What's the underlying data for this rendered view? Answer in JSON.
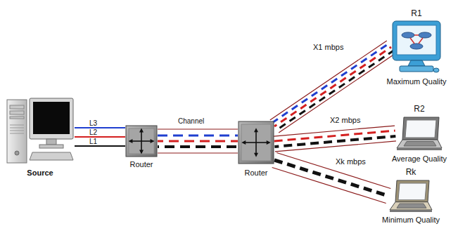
{
  "diagram": {
    "nodes": [
      {
        "text": [
          "Source"
        ]
      },
      {
        "text": [
          "Router"
        ]
      },
      {
        "text": [
          "Router"
        ]
      },
      {
        "text": [
          "R1",
          "Maximum Quality"
        ]
      },
      {
        "text": [
          "R2",
          "Average Quality"
        ]
      },
      {
        "text": [
          "Rk",
          "Minimum Quality"
        ]
      }
    ],
    "edges": [
      {
        "from": 0,
        "to": 1,
        "arrow": "none",
        "label": "L3"
      },
      {
        "from": 0,
        "to": 1,
        "arrow": "none",
        "label": "L2"
      },
      {
        "from": 0,
        "to": 1,
        "arrow": "none",
        "label": "L1"
      },
      {
        "from": 1,
        "to": 2,
        "arrow": "none",
        "label": "Channel"
      },
      {
        "from": 2,
        "to": 3,
        "arrow": "none",
        "label": "X1 mbps"
      },
      {
        "from": 2,
        "to": 4,
        "arrow": "none",
        "label": "X2 mbps"
      },
      {
        "from": 2,
        "to": 5,
        "arrow": "none",
        "label": "Xk mbps"
      }
    ]
  }
}
